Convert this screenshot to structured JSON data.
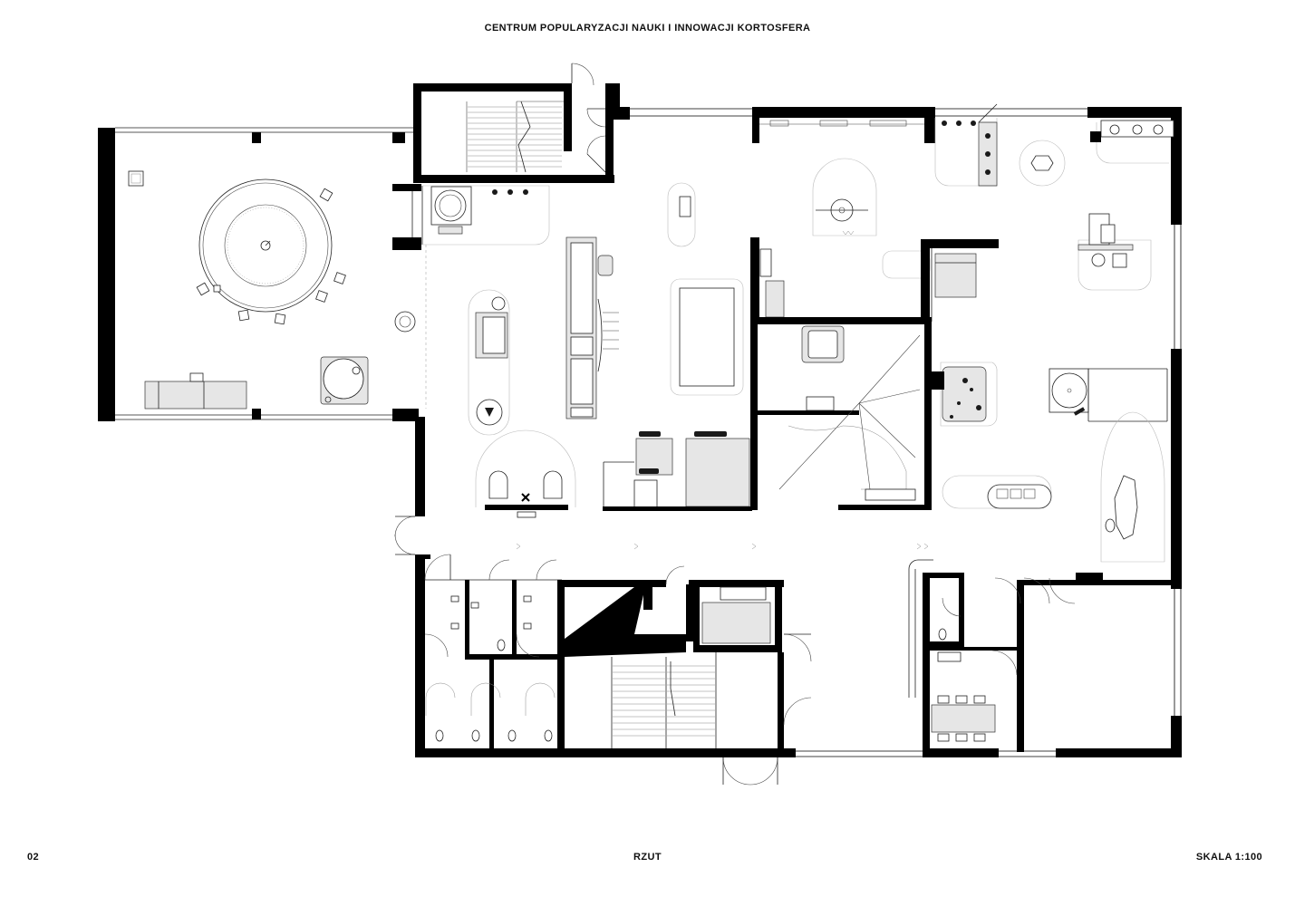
{
  "header": {
    "title": "CENTRUM POPULARYZACJI NAUKI I INNOWACJI KORTOSFERA"
  },
  "footer": {
    "page_number": "02",
    "sheet_name": "RZUT",
    "scale": "SKALA 1:100"
  }
}
